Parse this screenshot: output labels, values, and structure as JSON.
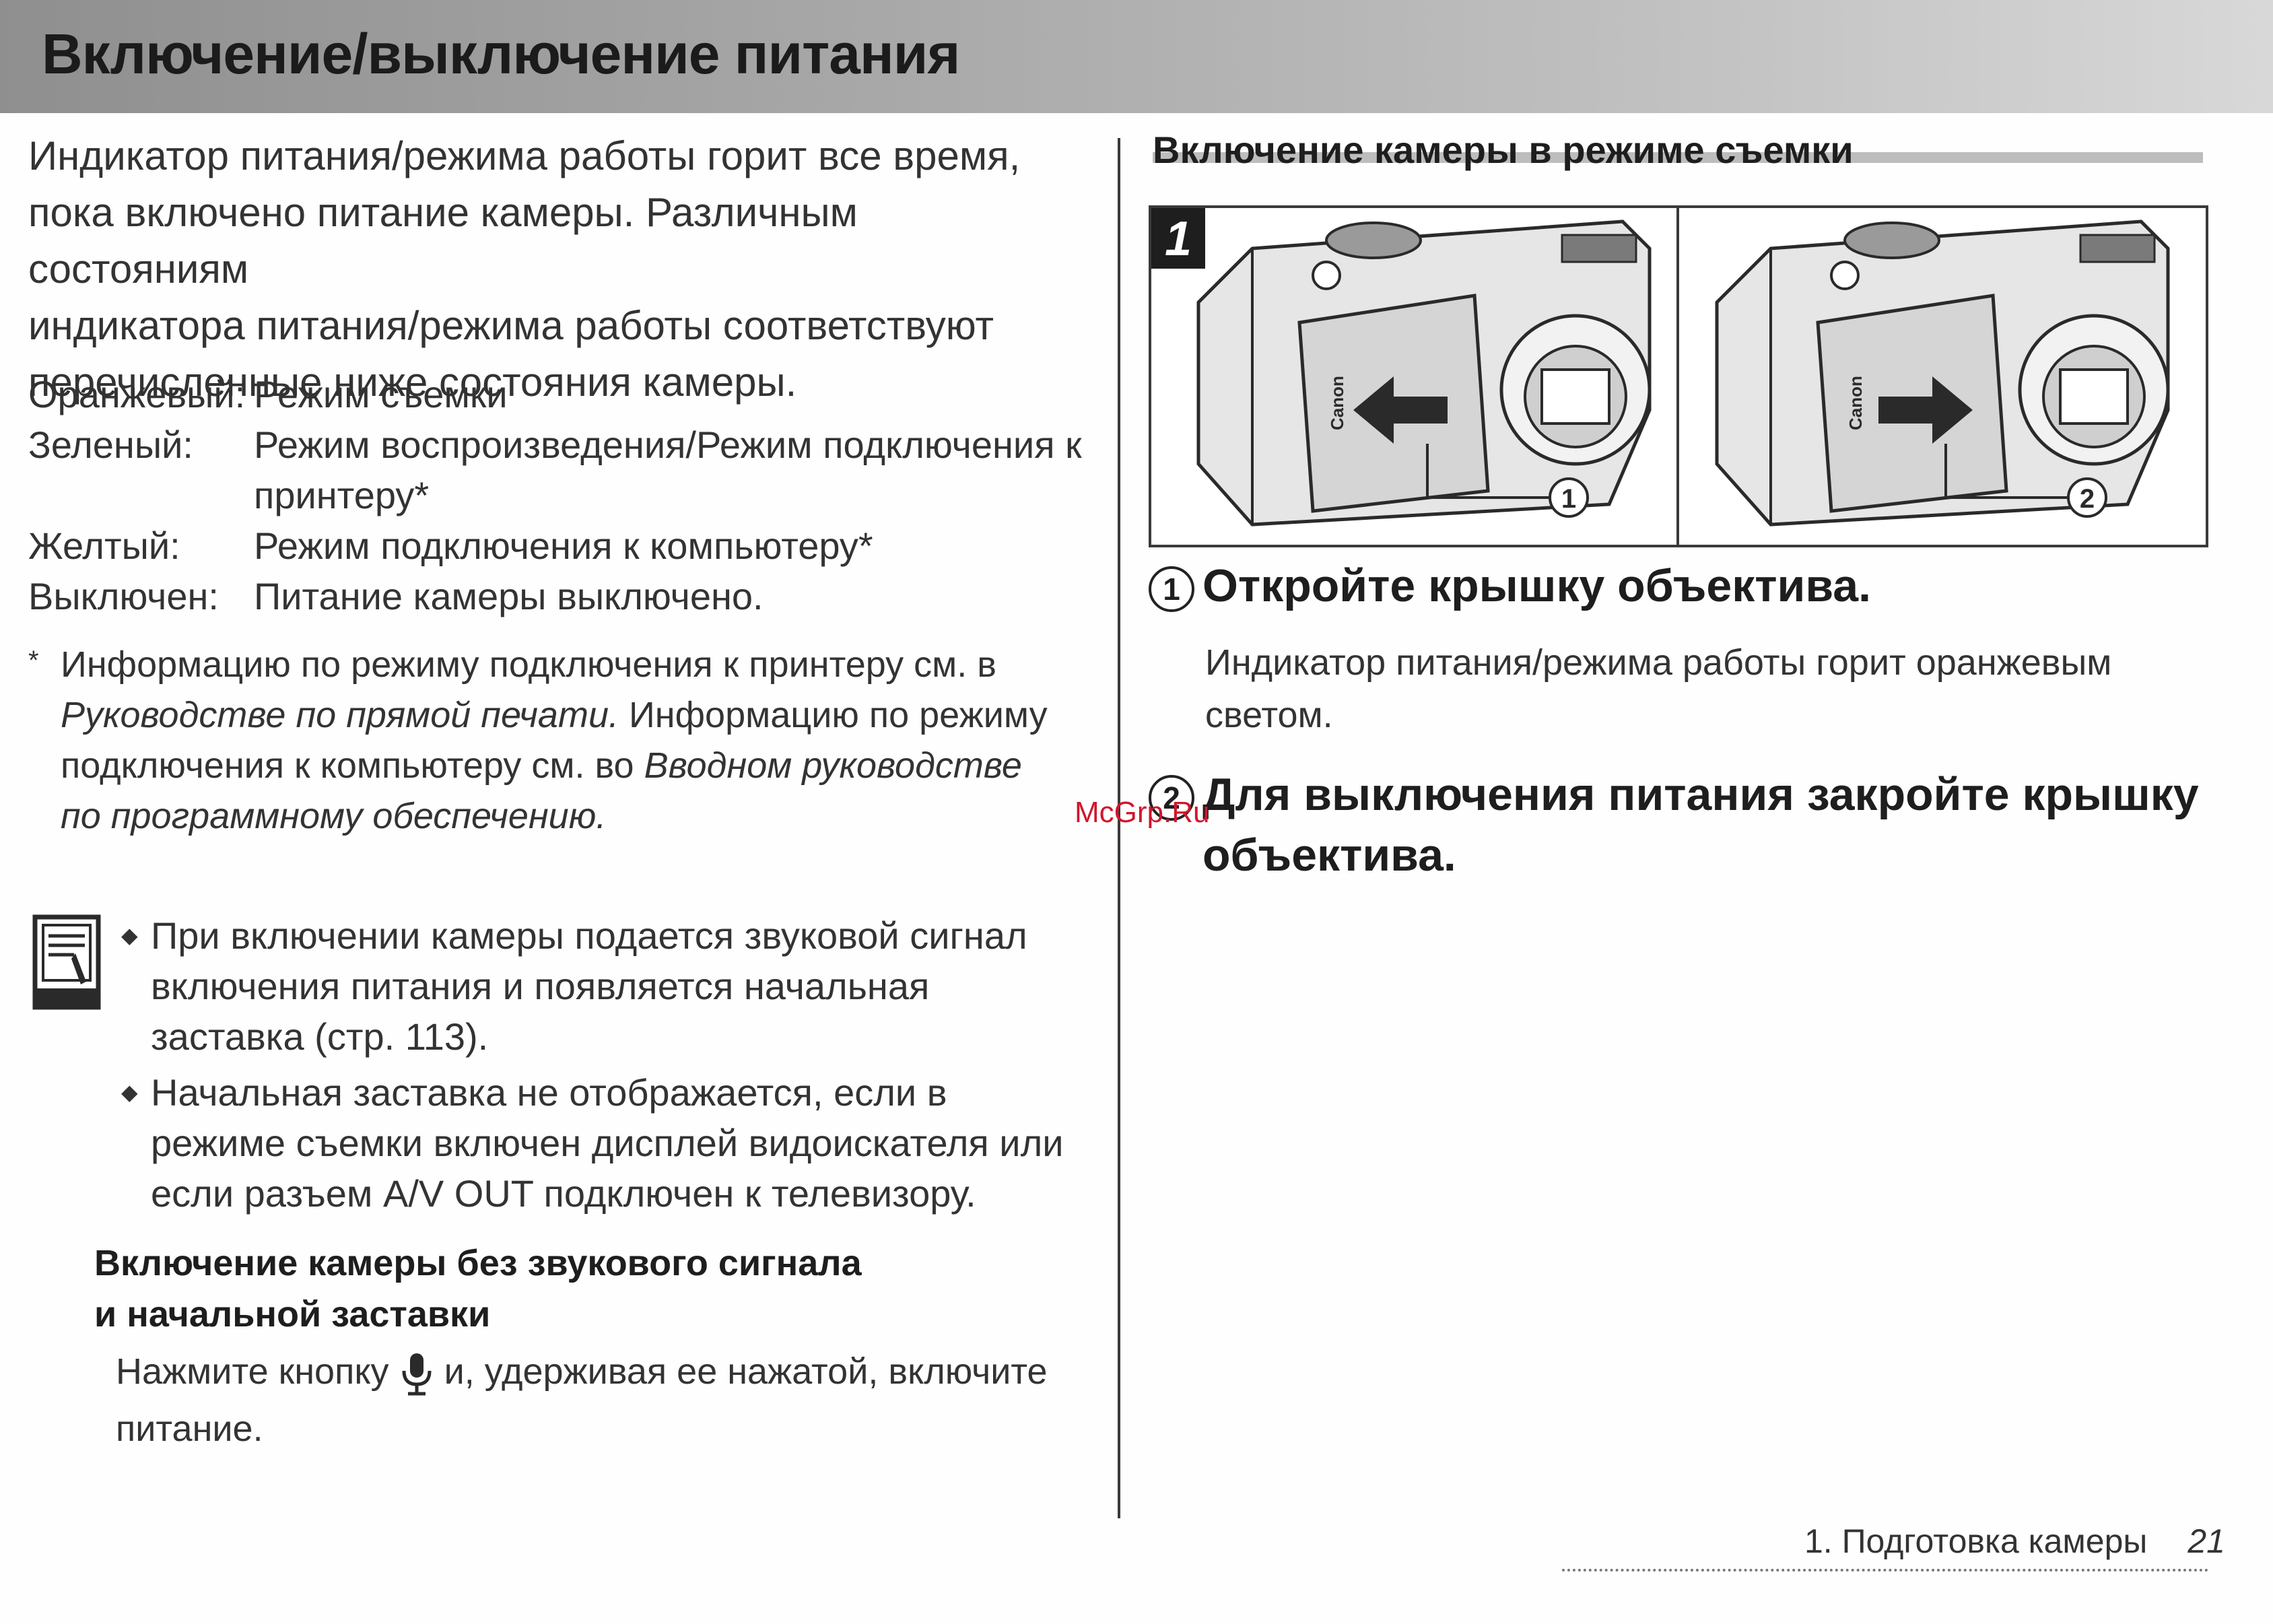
{
  "header": {
    "title": "Включение/выключение питания"
  },
  "intro": {
    "lines": [
      "Индикатор питания/режима работы горит все время,",
      "пока включено питание камеры. Различным состояниям",
      "индикатора питания/режима работы соответствуют",
      "перечисленные ниже состояния камеры."
    ]
  },
  "status": [
    {
      "label": "Оранжевый:",
      "desc": "Режим съемки"
    },
    {
      "label": "Зеленый:",
      "desc": "Режим воспроизведения/Режим подключения к принтеру*"
    },
    {
      "label": "Желтый:",
      "desc": "Режим подключения к компьютеру*"
    },
    {
      "label": "Выключен:",
      "desc": "Питание камеры выключено."
    }
  ],
  "footnote": {
    "mark": "*",
    "t1": "Информацию по режиму подключения к принтеру см. в ",
    "i1": "Руководстве по прямой печати.",
    "t2": " Информацию по режиму подключения к компьютеру см. во ",
    "i2": "Вводном руководстве по программному обеспечению."
  },
  "notes": [
    "При включении камеры подается звуковой сигнал включения питания и появляется начальная заставка (стр. 113).",
    "Начальная заставка не отображается, если в режиме съемки включен дисплей видоискателя или если разъем A/V OUT подключен к телевизору."
  ],
  "silent": {
    "heading_line1": "Включение камеры без звукового сигнала",
    "heading_line2": "и начальной заставки",
    "body_before": "Нажмите кнопку",
    "body_after": "и, удерживая ее нажатой, включите питание."
  },
  "right": {
    "section_heading": "Включение камеры в режиме съемки",
    "figure_number": "1",
    "callout1": "1",
    "callout2": "2",
    "camera_brand": "Canon",
    "step1": {
      "num": "1",
      "title": "Откройте крышку объектива.",
      "body": "Индикатор питания/режима работы горит оранжевым светом."
    },
    "step2": {
      "num": "2",
      "title": "Для выключения питания закройте крышку объектива."
    }
  },
  "watermark": "McGrp.Ru",
  "footer": {
    "chapter": "1.  Подготовка камеры",
    "page": "21"
  }
}
